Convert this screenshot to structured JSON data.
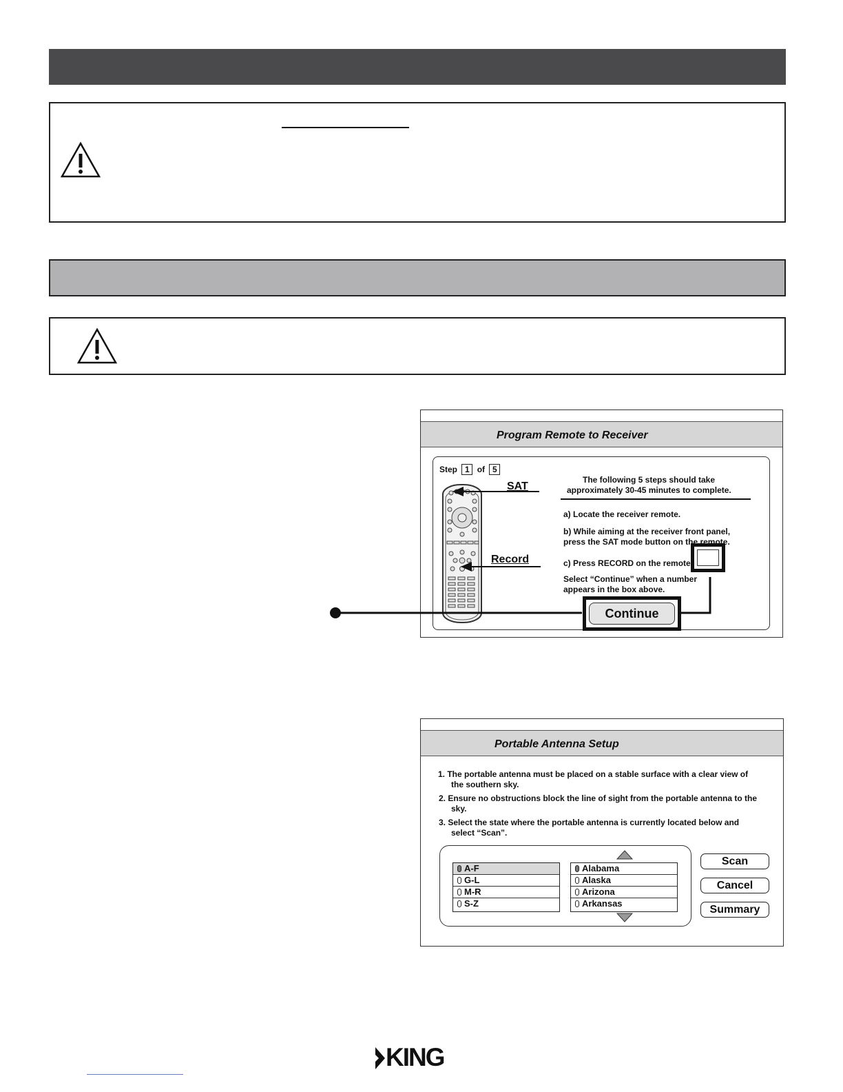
{
  "remote_screen": {
    "title": "Program Remote to Receiver",
    "step_label": "Step",
    "step_current": "1",
    "step_of": "of",
    "step_total": "5",
    "callout_sat": "SAT",
    "callout_record": "Record",
    "intro_line1": "The following 5 steps should take",
    "intro_line2": "approximately 30-45 minutes to complete.",
    "instr_a": "a) Locate the receiver remote.",
    "instr_b1": "b) While aiming at the receiver front panel,",
    "instr_b2": "press the SAT mode button on the remote.",
    "instr_c": "c) Press RECORD on the remote.",
    "instr_select1": "Select “Continue” when a number",
    "instr_select2": "appears in the box above.",
    "continue_label": "Continue"
  },
  "antenna_screen": {
    "title": "Portable Antenna Setup",
    "item1_line1": "1.  The portable antenna must be placed on a stable surface with a clear view of",
    "item1_line2": "the southern sky.",
    "item2_line1": "2.  Ensure no obstructions block the line of sight from the portable antenna to the",
    "item2_line2": "sky.",
    "item3_line1": "3.  Select the state where the portable antenna is currently located below and",
    "item3_line2": "select “Scan”.",
    "ranges": [
      "A-F",
      "G-L",
      "M-R",
      "S-Z"
    ],
    "states": [
      "Alabama",
      "Alaska",
      "Arizona",
      "Arkansas"
    ],
    "scan_label": "Scan",
    "cancel_label": "Cancel",
    "summary_label": "Summary"
  },
  "footer": {
    "brand": "KING"
  },
  "colors": {
    "dark_bar": "#4a4a4c",
    "grey_bar": "#b2b2b4"
  }
}
